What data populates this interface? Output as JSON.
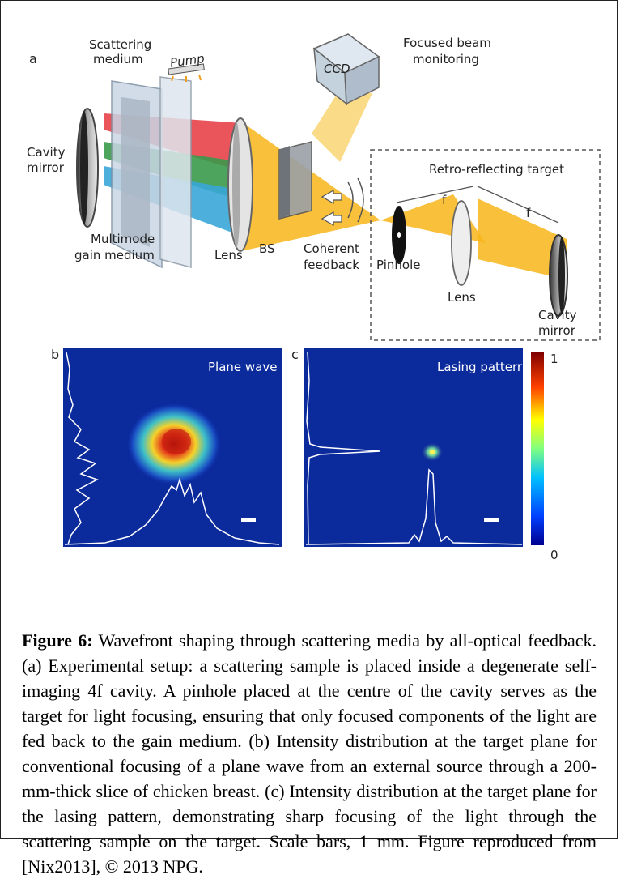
{
  "figure": {
    "panel_a": {
      "letter": "a",
      "labels": {
        "scattering_medium_1": "Scattering",
        "scattering_medium_2": "medium",
        "pump": "Pump",
        "ccd": "CCD",
        "focused_beam_1": "Focused beam",
        "focused_beam_2": "monitoring",
        "cavity_mirror_left_1": "Cavity",
        "cavity_mirror_left_2": "mirror",
        "retro_target": "Retro-reflecting target",
        "f1": "f",
        "f2": "f",
        "multimode_1": "Multimode",
        "multimode_2": "gain medium",
        "lens_left": "Lens",
        "bs": "BS",
        "coherent_1": "Coherent",
        "coherent_2": "feedback",
        "pinhole": "Pinhole",
        "lens_right": "Lens",
        "cavity_mirror_right_1": "Cavity",
        "cavity_mirror_right_2": "mirror"
      },
      "colors": {
        "beam": "#f7b519",
        "red_beam": "#e8434a",
        "green_beam": "#3a9a4a",
        "blue_beam": "#3aa6d8"
      }
    },
    "panel_b": {
      "letter": "b",
      "title": "Plane wave"
    },
    "panel_c": {
      "letter": "c",
      "title": "Lasing patterr"
    },
    "colorbar": {
      "max_label": "1",
      "min_label": "0"
    }
  },
  "caption": {
    "label": "Figure 6:",
    "text": " Wavefront shaping through scattering media by all-optical feedback. (a) Experimental setup: a scattering sample is placed inside a degenerate self-imaging 4f cavity. A pinhole placed at the centre of the cavity serves as the target for light focusing, ensuring that only focused components of the light are fed back to the gain medium. (b) Intensity distribution at the target plane for conventional focusing of a plane wave from an external source through a 200-mm-thick slice of chicken breast. (c) Intensity distribution at the target plane for the lasing pattern, demonstrating sharp focusing of the light through the scattering sample on the target. Scale bars, 1 mm. Figure reproduced from [Nix2013], © 2013 NPG."
  }
}
